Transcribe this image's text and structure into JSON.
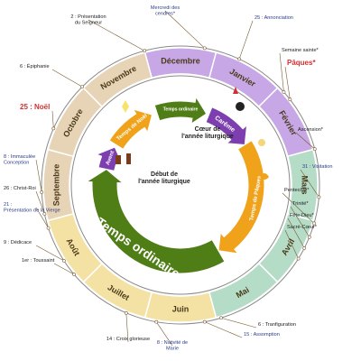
{
  "colors": {
    "violet": "#c7a7e6",
    "green": "#b5dcc7",
    "yellow": "#f4e2a5",
    "tan": "#e7d4b6",
    "deep_violet": "#7d3fb0",
    "deep_green": "#4f7d16",
    "orange": "#f0a21a",
    "red": "#d23030",
    "leader": "#7a5a2e",
    "blue_text": "#2a3c88",
    "dark_text": "#222222"
  },
  "months": [
    {
      "name": "Janvier",
      "band": "violet"
    },
    {
      "name": "Février",
      "band": "violet"
    },
    {
      "name": "Mars",
      "band": "green"
    },
    {
      "name": "Avril",
      "band": "green"
    },
    {
      "name": "Mai",
      "band": "green"
    },
    {
      "name": "Juin",
      "band": "yellow"
    },
    {
      "name": "Juillet",
      "band": "yellow"
    },
    {
      "name": "Août",
      "band": "yellow"
    },
    {
      "name": "Septembre",
      "band": "tan"
    },
    {
      "name": "Octobre",
      "band": "tan"
    },
    {
      "name": "Novembre",
      "band": "tan"
    },
    {
      "name": "Décembre",
      "band": "violet"
    }
  ],
  "seasons": {
    "ordinary_main": "Temps ordinaire",
    "ordinary_small": "Temps ordinaire",
    "careme": "Carême",
    "paques": "Temps de Pâques",
    "noel": "Temps de Noël",
    "avent": "Avent"
  },
  "center": {
    "heart_title": "Cœur de l'année liturgique",
    "start_title": "Début de l'année liturgique"
  },
  "feasts": [
    {
      "key": "cendres",
      "label": "Mercredi des cendres*",
      "color": "blue"
    },
    {
      "key": "presentation",
      "label": "2 : Présentation du Seigneur",
      "color": "dark"
    },
    {
      "key": "annonciation",
      "label": "25 : Annonciation",
      "color": "blue"
    },
    {
      "key": "epiphanie",
      "label": "6 : Épiphanie",
      "color": "dark"
    },
    {
      "key": "semaine_sainte",
      "label": "Semaine sainte*",
      "color": "dark"
    },
    {
      "key": "paques",
      "label": "Pâques*",
      "color": "red"
    },
    {
      "key": "noel",
      "label": "25 : Noël",
      "color": "red"
    },
    {
      "key": "ascension",
      "label": "Ascension*",
      "color": "dark"
    },
    {
      "key": "immaculee",
      "label": "8 : Immaculée Conception",
      "color": "blue"
    },
    {
      "key": "visitation",
      "label": "31 : Visitation",
      "color": "blue"
    },
    {
      "key": "christ_roi",
      "label": "26 : Christ-Roi",
      "color": "dark"
    },
    {
      "key": "pentecote",
      "label": "Pentecôte*",
      "color": "dark"
    },
    {
      "key": "presentation_vierge",
      "label": "21 : Présentation de la Vierge",
      "color": "blue"
    },
    {
      "key": "trinite",
      "label": "Trinité*",
      "color": "dark"
    },
    {
      "key": "fete_dieu",
      "label": "Fête-Dieu*",
      "color": "dark"
    },
    {
      "key": "sacre_coeur",
      "label": "Sacré-Cœur*",
      "color": "dark"
    },
    {
      "key": "dedicace",
      "label": "9 : Dédicace",
      "color": "dark"
    },
    {
      "key": "toussaint",
      "label": "1er : Toussaint",
      "color": "dark"
    },
    {
      "key": "transfiguration",
      "label": "6 : Tranfiguration",
      "color": "dark"
    },
    {
      "key": "assomption",
      "label": "15 : Assomption",
      "color": "blue"
    },
    {
      "key": "croix",
      "label": "14 : Croix glorieuse",
      "color": "dark"
    },
    {
      "key": "nativite",
      "label": "8 : Nativité de Marie",
      "color": "blue"
    }
  ]
}
